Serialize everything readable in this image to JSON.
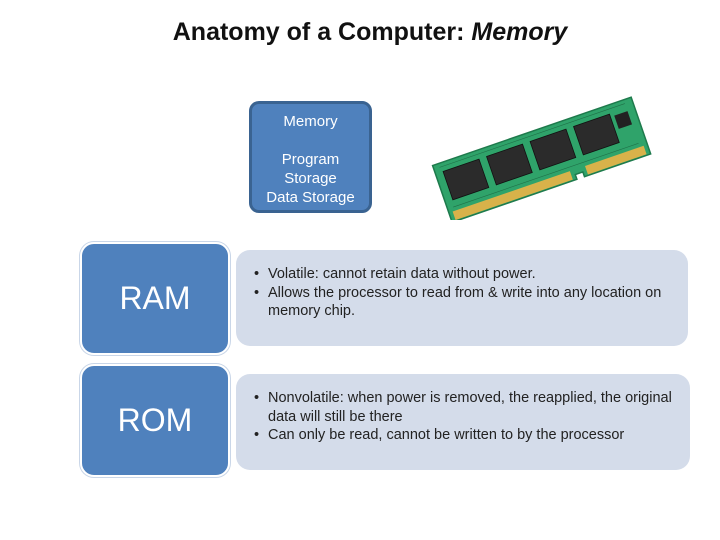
{
  "title": {
    "main": "Anatomy of a Computer: ",
    "italic": "Memory"
  },
  "memory_box": {
    "title": "Memory",
    "lines": [
      "Program",
      "Storage",
      "Data Storage"
    ]
  },
  "rows": [
    {
      "label": "RAM",
      "bullets": [
        "Volatile: cannot retain data without power.",
        "Allows the processor to read from & write into any location on memory chip."
      ]
    },
    {
      "label": "ROM",
      "bullets": [
        "Nonvolatile: when power is removed, the reapplied, the original data will still be there",
        "Can only be read, cannot be written to by the processor"
      ]
    }
  ],
  "colors": {
    "accent_blue": "#4f81bd",
    "panel_light": "#d4dcea",
    "pcb_green": "#2fa36a"
  }
}
